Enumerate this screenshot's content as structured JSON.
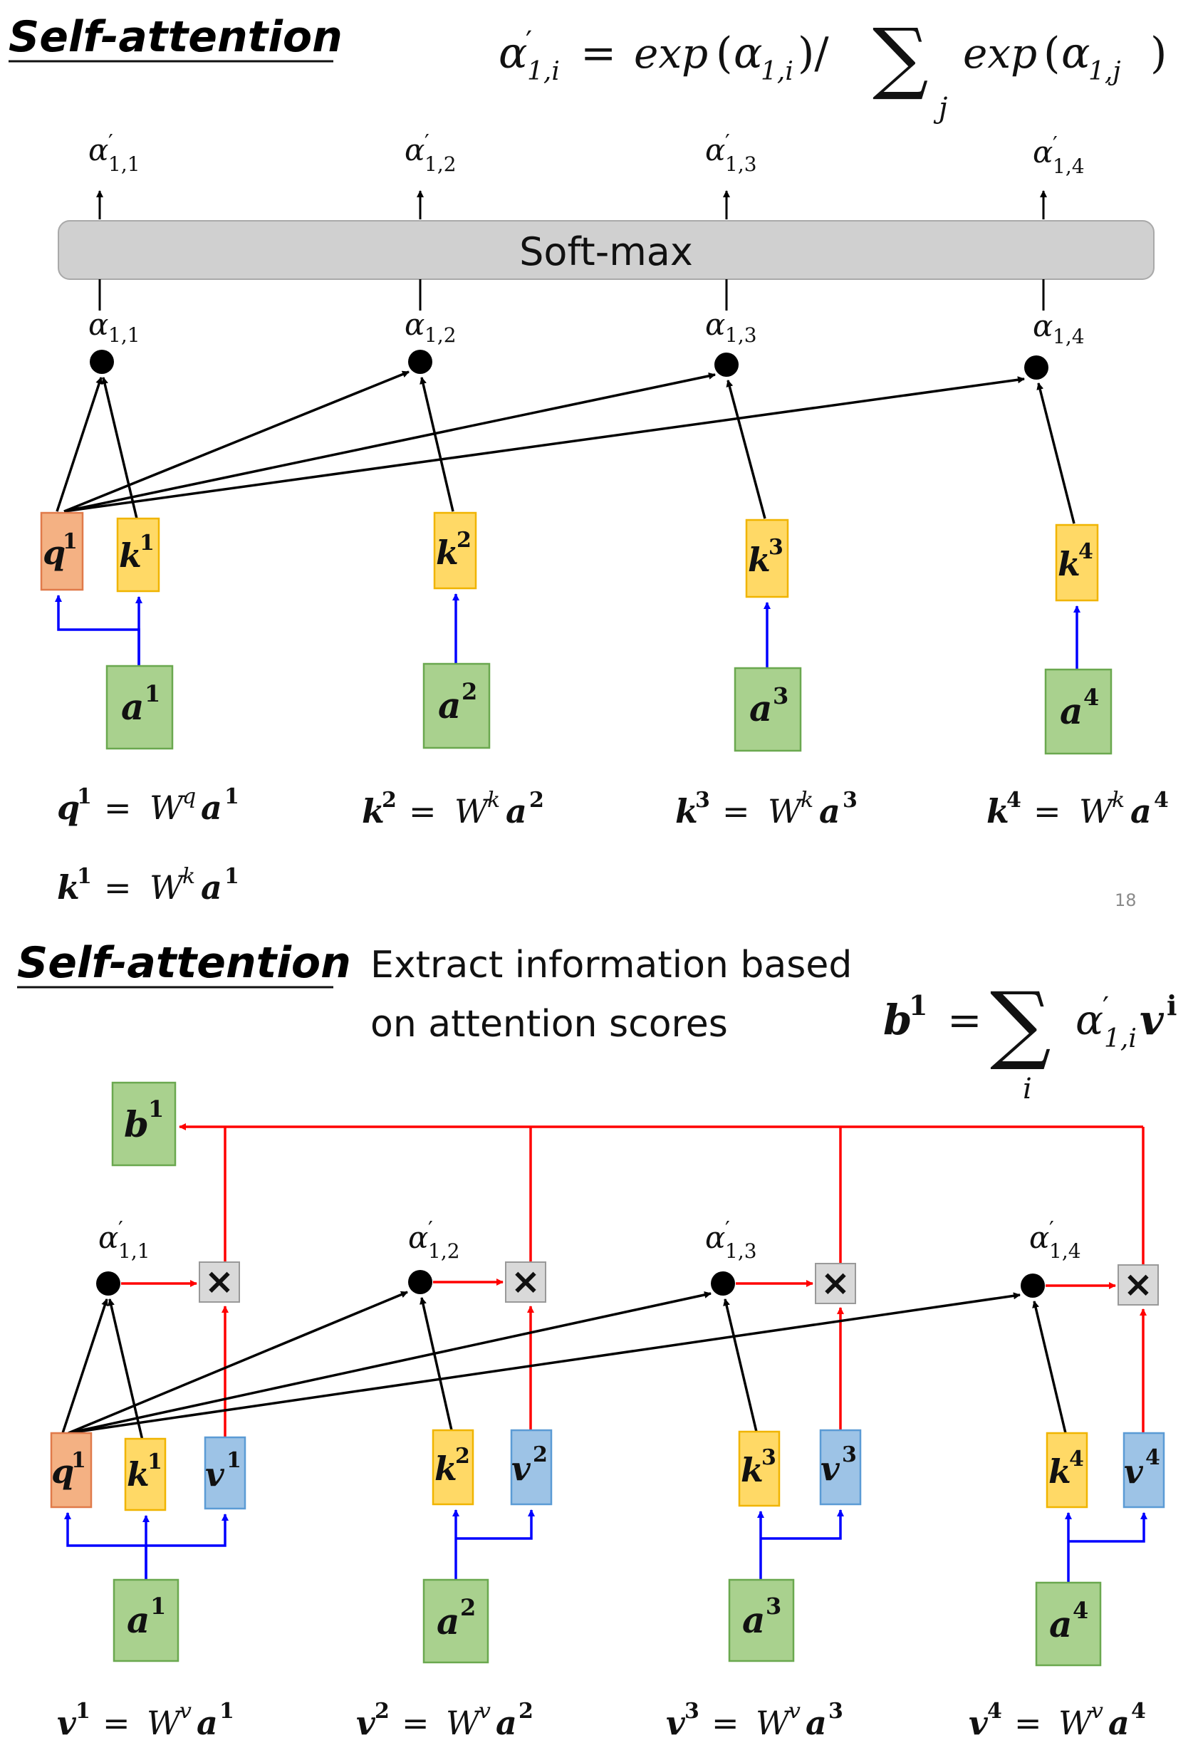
{
  "slide1": {
    "title": "Self-attention",
    "softmax_label": "Soft-max",
    "page_number": "18",
    "formula": {
      "lhs_alpha": "α",
      "lhs_prime": "′",
      "lhs_sub": "1,i",
      "eq": "=",
      "exp1": "exp",
      "open1": "(",
      "alpha_in": "α",
      "sub_in": "1,i",
      "close_slash": ")/",
      "sigma": "∑",
      "sigma_sub": "j",
      "exp2": "exp",
      "open2": "(",
      "alpha_in2": "α",
      "sub_in2": "1,j",
      "close2": ")"
    },
    "outputs": [
      {
        "sym": "α",
        "prime": "′",
        "sub": "1,1"
      },
      {
        "sym": "α",
        "prime": "′",
        "sub": "1,2"
      },
      {
        "sym": "α",
        "prime": "′",
        "sub": "1,3"
      },
      {
        "sym": "α",
        "prime": "′",
        "sub": "1,4"
      }
    ],
    "scores": [
      {
        "sym": "α",
        "sub": "1,1"
      },
      {
        "sym": "α",
        "sub": "1,2"
      },
      {
        "sym": "α",
        "sub": "1,3"
      },
      {
        "sym": "α",
        "sub": "1,4"
      }
    ],
    "boxes": {
      "q1": {
        "base": "q",
        "sup": "1"
      },
      "k1": {
        "base": "k",
        "sup": "1"
      },
      "k2": {
        "base": "k",
        "sup": "2"
      },
      "k3": {
        "base": "k",
        "sup": "3"
      },
      "k4": {
        "base": "k",
        "sup": "4"
      },
      "a1": {
        "base": "a",
        "sup": "1"
      },
      "a2": {
        "base": "a",
        "sup": "2"
      },
      "a3": {
        "base": "a",
        "sup": "3"
      },
      "a4": {
        "base": "a",
        "sup": "4"
      }
    },
    "equations": [
      {
        "lhs": "q",
        "lhs_sup": "1",
        "eq": "=",
        "W": "W",
        "W_sup": "q",
        "rhs": "a",
        "rhs_sup": "1"
      },
      {
        "lhs": "k",
        "lhs_sup": "2",
        "eq": "=",
        "W": "W",
        "W_sup": "k",
        "rhs": "a",
        "rhs_sup": "2"
      },
      {
        "lhs": "k",
        "lhs_sup": "3",
        "eq": "=",
        "W": "W",
        "W_sup": "k",
        "rhs": "a",
        "rhs_sup": "3"
      },
      {
        "lhs": "k",
        "lhs_sup": "4",
        "eq": "=",
        "W": "W",
        "W_sup": "k",
        "rhs": "a",
        "rhs_sup": "4"
      },
      {
        "lhs": "k",
        "lhs_sup": "1",
        "eq": "=",
        "W": "W",
        "W_sup": "k",
        "rhs": "a",
        "rhs_sup": "1"
      }
    ]
  },
  "slide2": {
    "title": "Self-attention",
    "subtitle_line1": "Extract information based",
    "subtitle_line2": "on attention scores",
    "formula": {
      "lhs": "b",
      "lhs_sup": "1",
      "eq": "=",
      "sigma": "∑",
      "sigma_sub": "i",
      "alpha": "α",
      "prime": "′",
      "alpha_sub": "1,i",
      "v": "v",
      "v_sup": "i"
    },
    "weights": [
      {
        "sym": "α",
        "prime": "′",
        "sub": "1,1"
      },
      {
        "sym": "α",
        "prime": "′",
        "sub": "1,2"
      },
      {
        "sym": "α",
        "prime": "′",
        "sub": "1,3"
      },
      {
        "sym": "α",
        "prime": "′",
        "sub": "1,4"
      }
    ],
    "multiply_symbol": "×",
    "boxes": {
      "b1": {
        "base": "b",
        "sup": "1"
      },
      "q1": {
        "base": "q",
        "sup": "1"
      },
      "k1": {
        "base": "k",
        "sup": "1"
      },
      "v1": {
        "base": "v",
        "sup": "1"
      },
      "k2": {
        "base": "k",
        "sup": "2"
      },
      "v2": {
        "base": "v",
        "sup": "2"
      },
      "k3": {
        "base": "k",
        "sup": "3"
      },
      "v3": {
        "base": "v",
        "sup": "3"
      },
      "k4": {
        "base": "k",
        "sup": "4"
      },
      "v4": {
        "base": "v",
        "sup": "4"
      },
      "a1": {
        "base": "a",
        "sup": "1"
      },
      "a2": {
        "base": "a",
        "sup": "2"
      },
      "a3": {
        "base": "a",
        "sup": "3"
      },
      "a4": {
        "base": "a",
        "sup": "4"
      }
    },
    "equations": [
      {
        "lhs": "v",
        "lhs_sup": "1",
        "eq": "=",
        "W": "W",
        "W_sup": "v",
        "rhs": "a",
        "rhs_sup": "1"
      },
      {
        "lhs": "v",
        "lhs_sup": "2",
        "eq": "=",
        "W": "W",
        "W_sup": "v",
        "rhs": "a",
        "rhs_sup": "2"
      },
      {
        "lhs": "v",
        "lhs_sup": "3",
        "eq": "=",
        "W": "W",
        "W_sup": "v",
        "rhs": "a",
        "rhs_sup": "3"
      },
      {
        "lhs": "v",
        "lhs_sup": "4",
        "eq": "=",
        "W": "W",
        "W_sup": "v",
        "rhs": "a",
        "rhs_sup": "4"
      }
    ]
  },
  "colors": {
    "query_fill": "#f4b183",
    "query_stroke": "#e07a4a",
    "key_fill": "#ffd966",
    "key_stroke": "#f0b400",
    "value_fill": "#9dc3e6",
    "value_stroke": "#5b9bd5",
    "input_fill": "#a9d18e",
    "input_stroke": "#6aa84f",
    "softmax_fill": "#d0d0d0",
    "blue_arrow": "#0000ff",
    "red_arrow": "#ff0000",
    "black_arrow": "#000000",
    "mult_fill": "#d9d9d9"
  }
}
